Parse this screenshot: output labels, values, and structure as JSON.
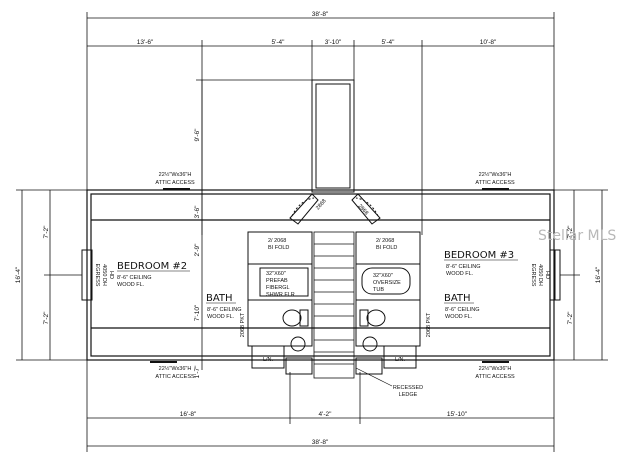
{
  "dimensions": {
    "overall_top": "38'-8\"",
    "overall_bottom": "38'-8\"",
    "top_segments": [
      "13'-6\"",
      "5'-4\"",
      "3'-10\"",
      "5'-4\"",
      "10'-8\""
    ],
    "bottom_segments": [
      "16'-8\"",
      "4'-2\"",
      "15'-10\""
    ],
    "left_overall": "16'-4\"",
    "right_overall": "16'-4\"",
    "left_segments": [
      "7'-2\"",
      "7'-2\""
    ],
    "right_segments": [
      "7'-2\"",
      "7'-2\""
    ],
    "center_vertical": [
      "9'-6\"",
      "3'-6\"",
      "2'-9\"",
      "7'-10\"",
      "1'-7\""
    ]
  },
  "rooms": {
    "bedroom2": {
      "name": "BEDROOM #2",
      "ceiling": "8'-6\" CEILING",
      "floor": "WOOD FL."
    },
    "bedroom3": {
      "name": "BEDROOM #3",
      "ceiling": "8'-6\" CEILING",
      "floor": "WOOD FL."
    },
    "bath_left": {
      "name": "BATH",
      "ceiling": "8'-6\" CEILING",
      "floor": "WOOD FL."
    },
    "bath_right": {
      "name": "BATH",
      "ceiling": "8'-6\" CEILING",
      "floor": "WOOD FL."
    }
  },
  "labels": {
    "attic_tl": [
      "22½\"Wx36\"H",
      "ATTIC ACCESS"
    ],
    "attic_tr": [
      "22½\"Wx36\"H",
      "ATTIC ACCESS"
    ],
    "attic_bl": [
      "22½\"Wx36\"H",
      "ATTIC ACCESS"
    ],
    "attic_br": [
      "22½\"Wx36\"H",
      "ATTIC ACCESS"
    ],
    "bifold_left": [
      "2/ 2068",
      "BI FOLD"
    ],
    "bifold_right": [
      "2/ 2068",
      "BI FOLD"
    ],
    "shower_left": [
      "32\"X60\"",
      "PREFAB",
      "FIBERGL",
      "SHWR FLR"
    ],
    "tub_right": [
      "32\"X60\"",
      "OVERSIZE",
      "TUB"
    ],
    "egress_left": [
      "EGRESS",
      "4050 DH",
      "HD"
    ],
    "egress_right": [
      "EGRESS",
      "4050 DH",
      "HD"
    ],
    "door_left": "2868",
    "door_right": "2868",
    "door_bath_left": "2068 PKT",
    "door_bath_right": "2068 PKT",
    "linen_left": "L/N.",
    "linen_right": "L/N.",
    "recessed": [
      "RECESSED",
      "LEDGE"
    ],
    "watermark": "Stellar MLS"
  }
}
